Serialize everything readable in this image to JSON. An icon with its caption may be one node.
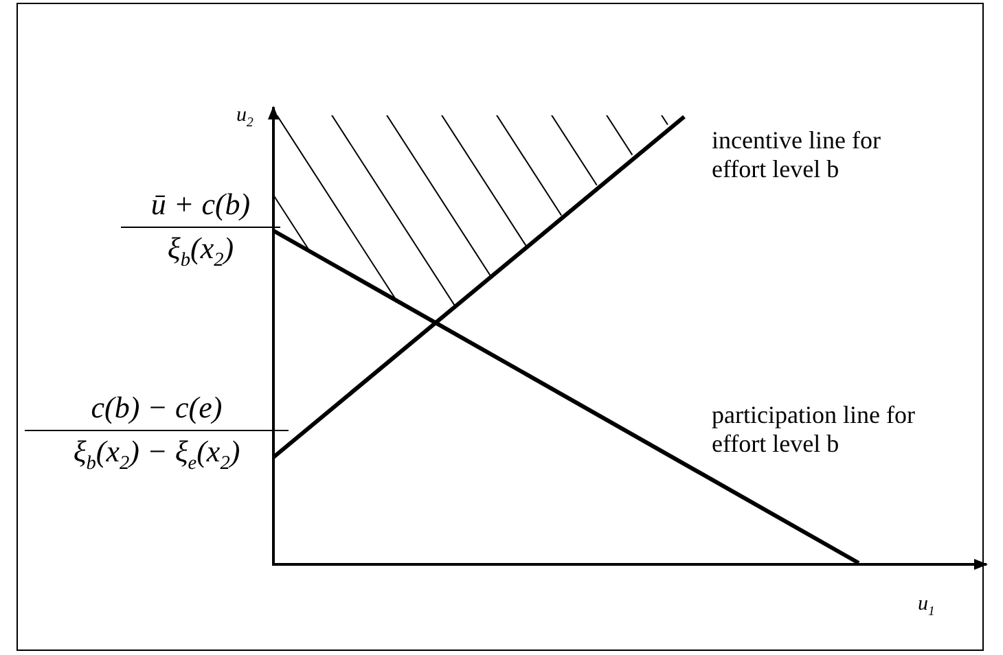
{
  "diagram": {
    "labels": [
      "u$_{2}$",
      "ū + c(b)",
      "ξ$_{b}$(x$_{2}$)",
      "c(b) − c(e)",
      "ξ$_{b}$(x$_{2}$) − ξ$_{e}$(x$_{2}$)",
      "incentive line for effort level b",
      "participation line for effort level b",
      "u$_{1}$"
    ]
  }
}
